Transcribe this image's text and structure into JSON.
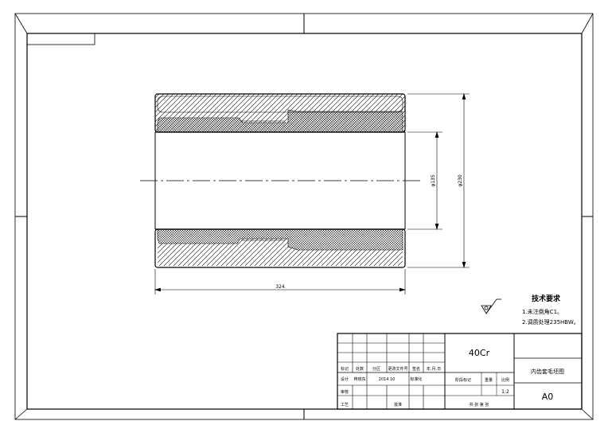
{
  "material": "40Cr",
  "drawing_title": "内齿套毛坯图",
  "sheet_size": "A0",
  "scale": "1:2",
  "technical_requirements": {
    "heading": "技术要求",
    "items": [
      "1.未注倒角C1。",
      "2.调质处理235HBW。"
    ]
  },
  "dimensions": {
    "bore_diameter": "φ135",
    "outer_diameter": "φ230",
    "length": "324"
  },
  "title_block": {
    "change_row": [
      "标记",
      "处数",
      "分区",
      "更改文件号",
      "签名",
      "年.月.日"
    ],
    "design_label": "设计",
    "designer": "蒋晓东",
    "date": "2014.10",
    "standardization": "标准化",
    "stage_mark": "阶段标记",
    "weight": "重量",
    "ratio": "比例",
    "review": "审核",
    "process": "工艺",
    "approve": "批准",
    "sheets": "共 张 第 张"
  }
}
